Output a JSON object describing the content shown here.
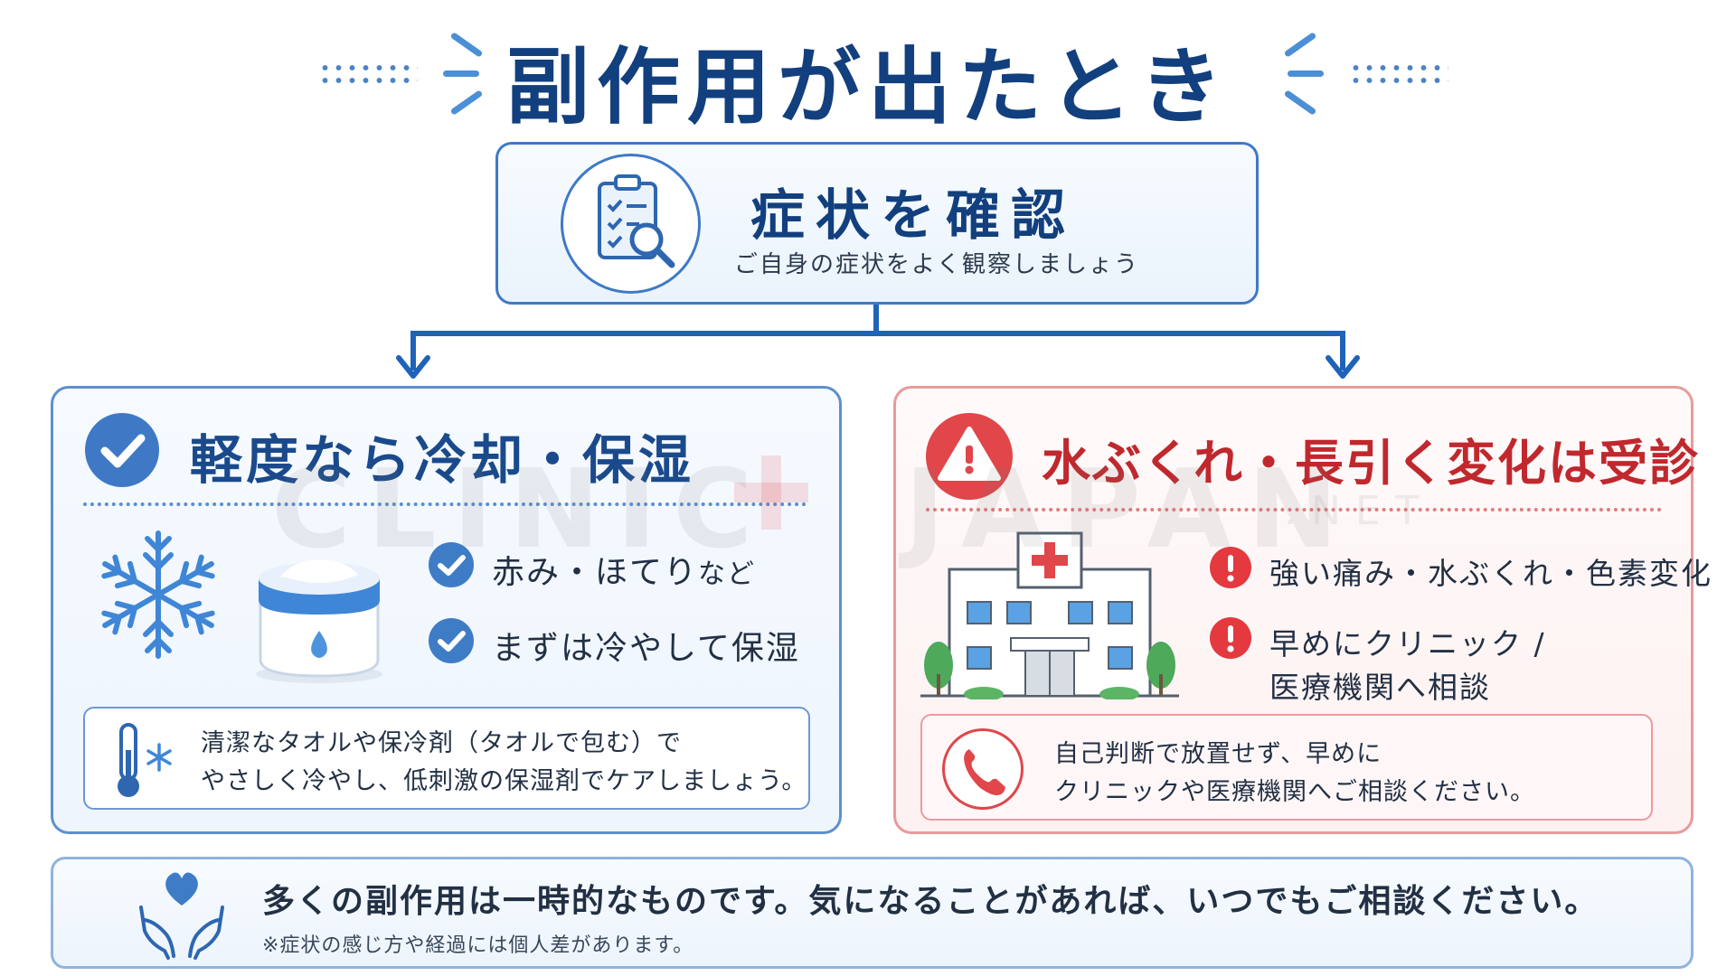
{
  "title": "副作用が出たとき",
  "top": {
    "title": "症状を確認",
    "subtitle": "ご自身の症状をよく観察しましょう",
    "icon": "clipboard-magnifier-icon"
  },
  "left": {
    "title": "軽度なら冷却・保湿",
    "icon": "check-circle-icon",
    "bullets": [
      {
        "text": "赤み・ほてり",
        "suffix": "など"
      },
      {
        "text": "まずは冷やして保湿",
        "suffix": ""
      }
    ],
    "note_lines": [
      "清潔なタオルや保冷剤（タオルで包む）で",
      "やさしく冷やし、低刺激の保湿剤でケアしましょう。"
    ],
    "accent": "#3f79c6"
  },
  "right": {
    "title": "水ぶくれ・長引く変化は受診",
    "icon": "warning-icon",
    "bullets": [
      {
        "text": "強い痛み・水ぶくれ・色素変化"
      },
      {
        "text": "早めにクリニック /",
        "text2": "医療機関へ相談"
      }
    ],
    "note_lines": [
      "自己判断で放置せず、早めに",
      "クリニックや医療機関へご相談ください。"
    ],
    "accent": "#e0464a"
  },
  "bottom": {
    "main": "多くの副作用は一時的なものです。気になることがあれば、いつでもご相談ください。",
    "note": "※症状の感じ方や経過には個人差があります。"
  },
  "watermark": {
    "text": "CLINIC",
    "text2": "JAPAN",
    "net": ".NET"
  }
}
